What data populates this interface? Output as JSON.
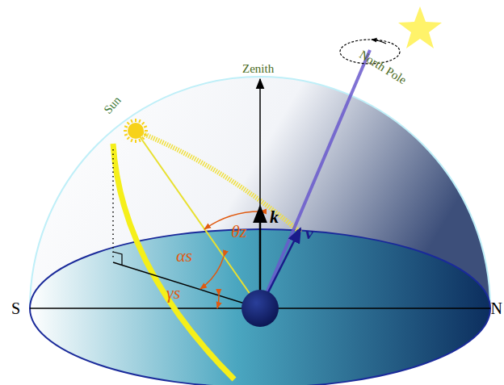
{
  "diagram": {
    "labels": [
      "Sun",
      "Zenith",
      "North Pole",
      "k",
      "ν",
      "θz",
      "αs",
      "γs",
      "S",
      "N"
    ]
  }
}
